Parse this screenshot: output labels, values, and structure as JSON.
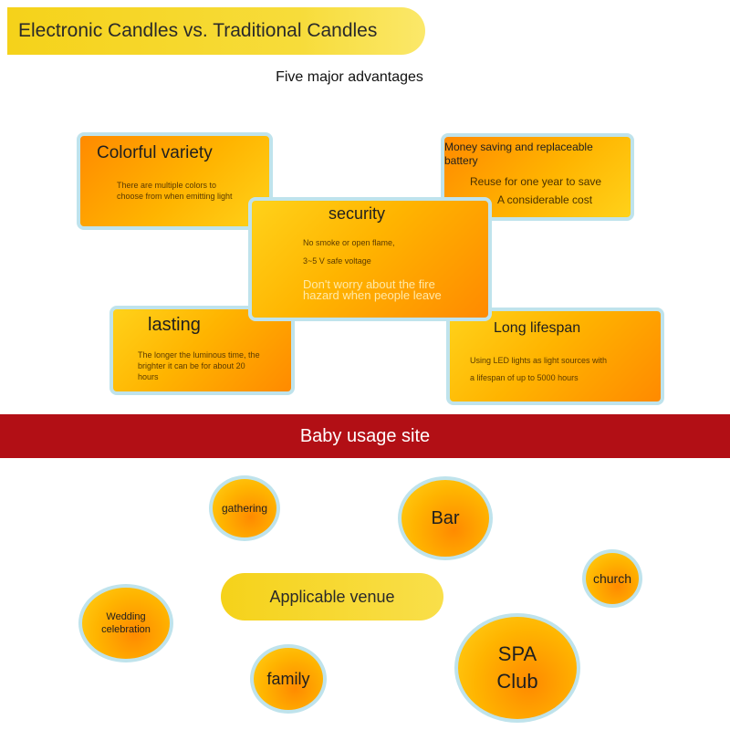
{
  "header": {
    "title": "Electronic Candles vs. Traditional Candles",
    "subtitle": "Five major advantages"
  },
  "advantages": {
    "colorful": {
      "title": "Colorful variety",
      "text": "There are multiple colors to choose from when emitting light"
    },
    "money": {
      "title": "Money saving and replaceable battery",
      "line1": "Reuse for one year to save",
      "line2": "A considerable cost"
    },
    "security": {
      "title": "security",
      "line1": "No smoke or open flame,",
      "line2": "3~5 V safe voltage",
      "note": "Don't worry about the fire hazard when people leave"
    },
    "lasting": {
      "title": "lasting",
      "text": "The longer the luminous time, the brighter it can be for about 20 hours"
    },
    "lifespan": {
      "title": "Long lifespan",
      "line1": "Using LED lights as light sources with",
      "line2": "a lifespan of up to 5000 hours"
    }
  },
  "usage": {
    "band_title": "Baby usage site",
    "center_label": "Applicable venue",
    "venues": {
      "gathering": "gathering",
      "bar": "Bar",
      "church": "church",
      "wedding": "Wedding celebration",
      "family": "family",
      "spa": "SPA Club"
    }
  },
  "colors": {
    "banner_yellow": "#f5d21a",
    "band_red": "#b20f15",
    "card_orange": "#ff8a00",
    "card_border": "#bfe3ec"
  }
}
